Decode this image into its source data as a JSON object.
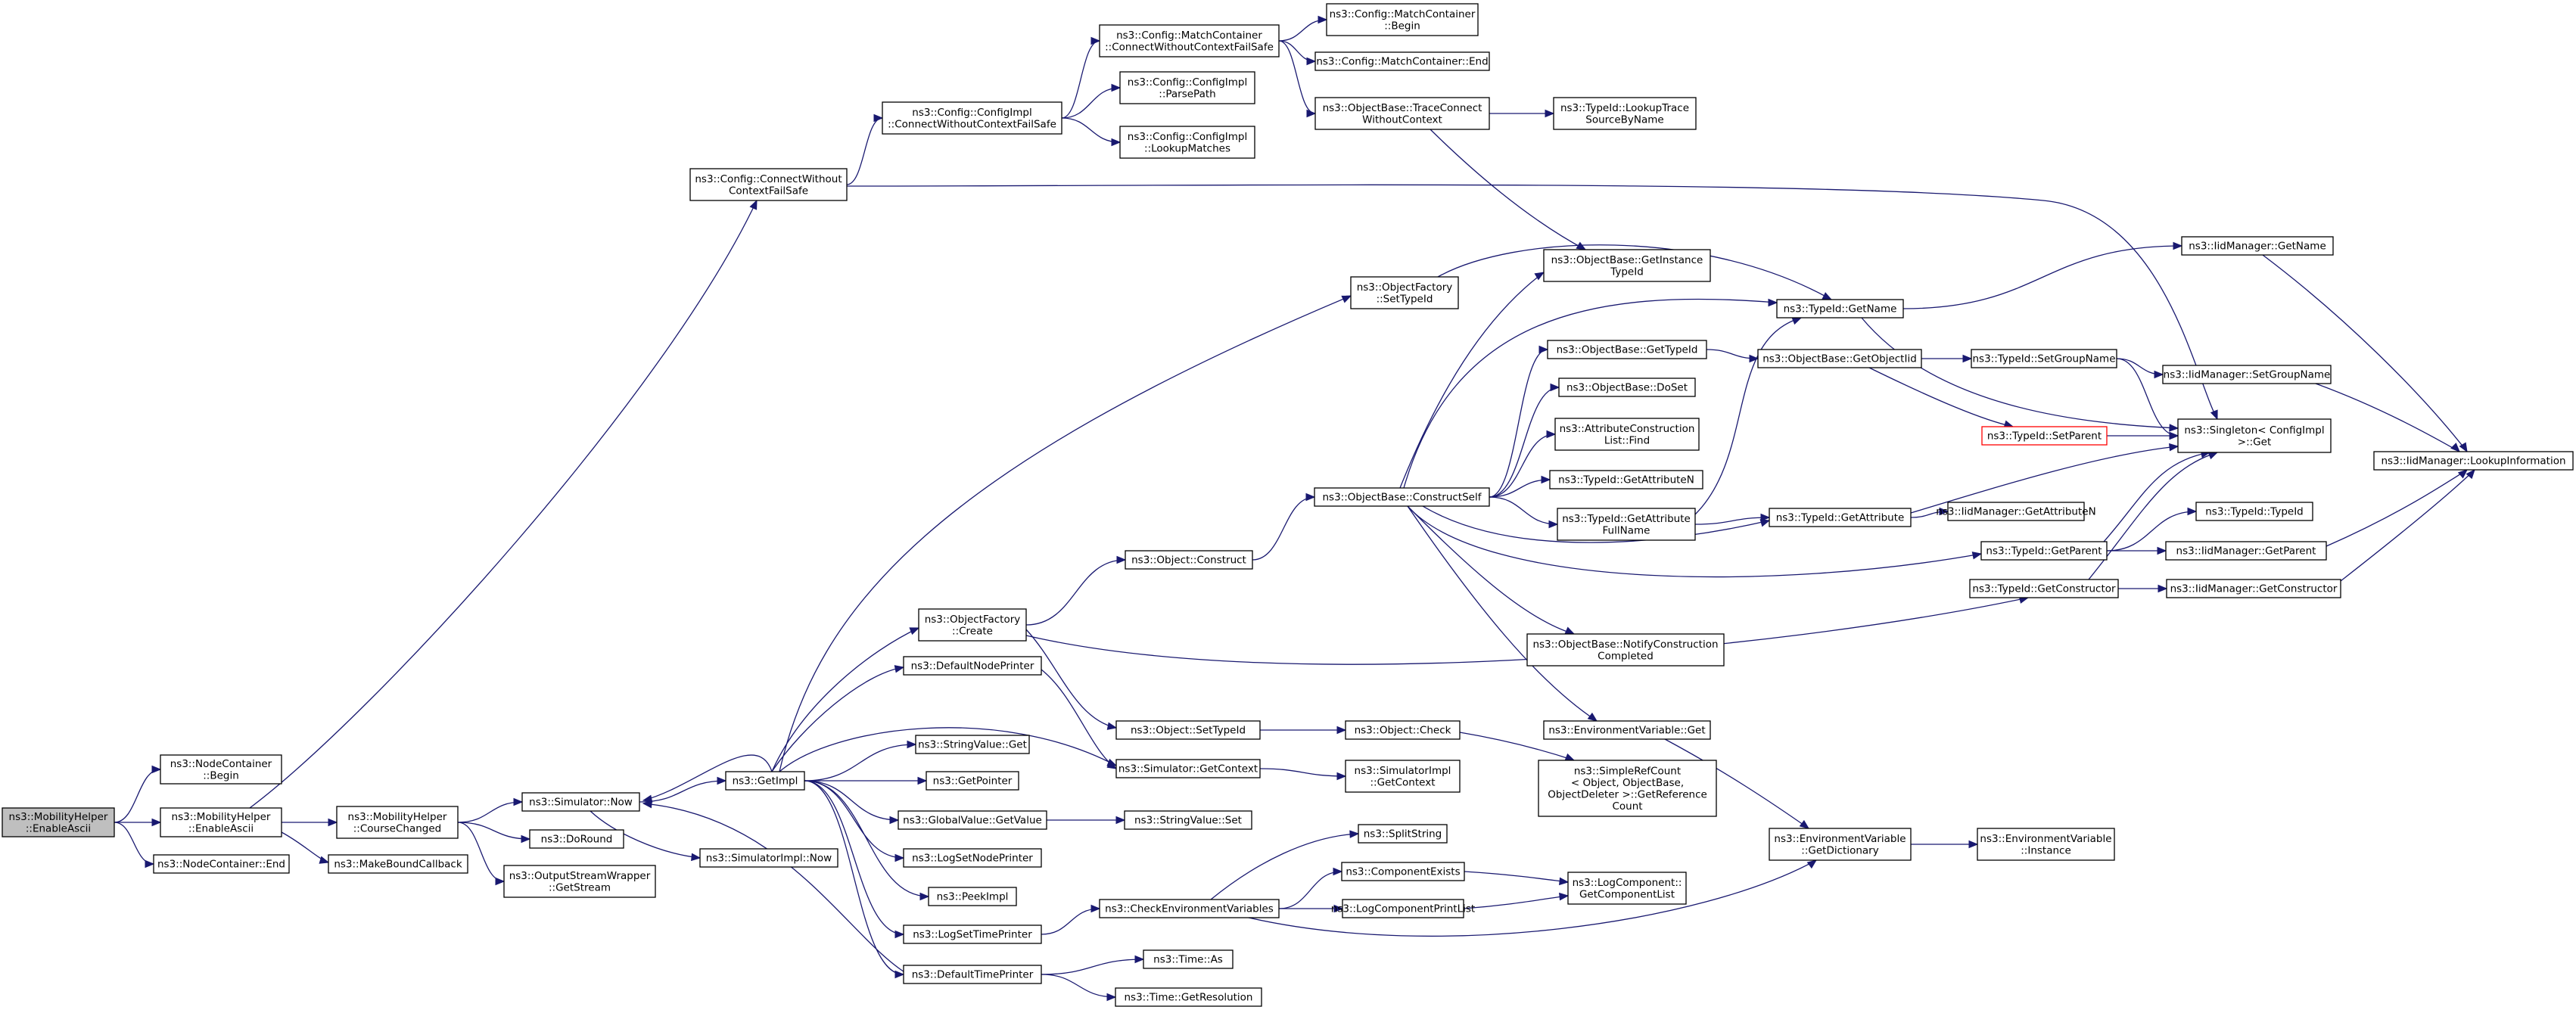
{
  "colors": {
    "edge": "#191970",
    "root_fill": "#bfbfbf",
    "highlight_border": "#ff0000"
  },
  "nodes": [
    {
      "id": "root",
      "lines": [
        "ns3::MobilityHelper",
        "::EnableAscii"
      ],
      "style": "root"
    },
    {
      "id": "ncBegin",
      "lines": [
        "ns3::NodeContainer",
        "::Begin"
      ]
    },
    {
      "id": "mhEnable",
      "lines": [
        "ns3::MobilityHelper",
        "::EnableAscii"
      ]
    },
    {
      "id": "ncEnd",
      "lines": [
        "ns3::NodeContainer::End"
      ]
    },
    {
      "id": "cfgConnect",
      "lines": [
        "ns3::Config::ConnectWithout",
        "ContextFailSafe"
      ]
    },
    {
      "id": "mhCourse",
      "lines": [
        "ns3::MobilityHelper",
        "::CourseChanged"
      ]
    },
    {
      "id": "mkBound",
      "lines": [
        "ns3::MakeBoundCallback"
      ]
    },
    {
      "id": "simNow",
      "lines": [
        "ns3::Simulator::Now"
      ]
    },
    {
      "id": "doRound",
      "lines": [
        "ns3::DoRound"
      ]
    },
    {
      "id": "oswGet",
      "lines": [
        "ns3::OutputStreamWrapper",
        "::GetStream"
      ]
    },
    {
      "id": "simImplNow",
      "lines": [
        "ns3::SimulatorImpl::Now"
      ]
    },
    {
      "id": "getImpl",
      "lines": [
        "ns3::GetImpl"
      ]
    },
    {
      "id": "ciConnect",
      "lines": [
        "ns3::Config::ConfigImpl",
        "::ConnectWithoutContextFailSafe"
      ]
    },
    {
      "id": "ciParse",
      "lines": [
        "ns3::Config::ConfigImpl",
        "::ParsePath"
      ]
    },
    {
      "id": "ciLookup",
      "lines": [
        "ns3::Config::ConfigImpl",
        "::LookupMatches"
      ]
    },
    {
      "id": "mcConnect",
      "lines": [
        "ns3::Config::MatchContainer",
        "::ConnectWithoutContextFailSafe"
      ]
    },
    {
      "id": "mcBegin",
      "lines": [
        "ns3::Config::MatchContainer",
        "::Begin"
      ]
    },
    {
      "id": "mcEnd",
      "lines": [
        "ns3::Config::MatchContainer::End"
      ]
    },
    {
      "id": "obTrace",
      "lines": [
        "ns3::ObjectBase::TraceConnect",
        "WithoutContext"
      ]
    },
    {
      "id": "tidLookupTrace",
      "lines": [
        "ns3::TypeId::LookupTrace",
        "SourceByName"
      ]
    },
    {
      "id": "ofSetTypeId",
      "lines": [
        "ns3::ObjectFactory",
        "::SetTypeId"
      ]
    },
    {
      "id": "obGetInst",
      "lines": [
        "ns3::ObjectBase::GetInstance",
        "TypeId"
      ]
    },
    {
      "id": "tidGetName",
      "lines": [
        "ns3::TypeId::GetName"
      ]
    },
    {
      "id": "iidGetName",
      "lines": [
        "ns3::IidManager::GetName"
      ]
    },
    {
      "id": "obGetTypeId",
      "lines": [
        "ns3::ObjectBase::GetTypeId"
      ]
    },
    {
      "id": "obGetObjIid",
      "lines": [
        "ns3::ObjectBase::GetObjectIid"
      ]
    },
    {
      "id": "tidSetGroup",
      "lines": [
        "ns3::TypeId::SetGroupName"
      ]
    },
    {
      "id": "iidSetGroup",
      "lines": [
        "ns3::IidManager::SetGroupName"
      ]
    },
    {
      "id": "obDoSet",
      "lines": [
        "ns3::ObjectBase::DoSet"
      ]
    },
    {
      "id": "tidSetParent",
      "lines": [
        "ns3::TypeId::SetParent"
      ],
      "style": "red"
    },
    {
      "id": "singletonGet",
      "lines": [
        "ns3::Singleton< ConfigImpl",
        " >::Get"
      ]
    },
    {
      "id": "iidLookupInfo",
      "lines": [
        "ns3::IidManager::LookupInformation"
      ]
    },
    {
      "id": "acFind",
      "lines": [
        "ns3::AttributeConstruction",
        "List::Find"
      ]
    },
    {
      "id": "tidGetAttrN",
      "lines": [
        "ns3::TypeId::GetAttributeN"
      ]
    },
    {
      "id": "obConstructSelf",
      "lines": [
        "ns3::ObjectBase::ConstructSelf"
      ]
    },
    {
      "id": "tidGetAttrFull",
      "lines": [
        "ns3::TypeId::GetAttribute",
        "FullName"
      ]
    },
    {
      "id": "tidGetAttr",
      "lines": [
        "ns3::TypeId::GetAttribute"
      ]
    },
    {
      "id": "iidGetAttrN",
      "lines": [
        "ns3::IidManager::GetAttributeN"
      ]
    },
    {
      "id": "tidTypeId",
      "lines": [
        "ns3::TypeId::TypeId"
      ]
    },
    {
      "id": "tidGetParent",
      "lines": [
        "ns3::TypeId::GetParent"
      ]
    },
    {
      "id": "iidGetParent",
      "lines": [
        "ns3::IidManager::GetParent"
      ]
    },
    {
      "id": "objConstruct",
      "lines": [
        "ns3::Object::Construct"
      ]
    },
    {
      "id": "tidGetCtor",
      "lines": [
        "ns3::TypeId::GetConstructor"
      ]
    },
    {
      "id": "iidGetCtor",
      "lines": [
        "ns3::IidManager::GetConstructor"
      ]
    },
    {
      "id": "ofCreate",
      "lines": [
        "ns3::ObjectFactory",
        "::Create"
      ]
    },
    {
      "id": "obNotify",
      "lines": [
        "ns3::ObjectBase::NotifyConstruction",
        "Completed"
      ]
    },
    {
      "id": "defNodePrinter",
      "lines": [
        "ns3::DefaultNodePrinter"
      ]
    },
    {
      "id": "objSetTypeId",
      "lines": [
        "ns3::Object::SetTypeId"
      ]
    },
    {
      "id": "objCheck",
      "lines": [
        "ns3::Object::Check"
      ]
    },
    {
      "id": "envGet",
      "lines": [
        "ns3::EnvironmentVariable::Get"
      ]
    },
    {
      "id": "svGet",
      "lines": [
        "ns3::StringValue::Get"
      ]
    },
    {
      "id": "simGetContext",
      "lines": [
        "ns3::Simulator::GetContext"
      ]
    },
    {
      "id": "simImplGetContext",
      "lines": [
        "ns3::SimulatorImpl",
        "::GetContext"
      ]
    },
    {
      "id": "srcGetRef",
      "lines": [
        "ns3::SimpleRefCount",
        "< Object, ObjectBase,",
        " ObjectDeleter >::GetReference",
        "Count"
      ]
    },
    {
      "id": "getPointer",
      "lines": [
        "ns3::GetPointer"
      ]
    },
    {
      "id": "gvGetValue",
      "lines": [
        "ns3::GlobalValue::GetValue"
      ]
    },
    {
      "id": "svSet",
      "lines": [
        "ns3::StringValue::Set"
      ]
    },
    {
      "id": "logSetNode",
      "lines": [
        "ns3::LogSetNodePrinter"
      ]
    },
    {
      "id": "splitString",
      "lines": [
        "ns3::SplitString"
      ]
    },
    {
      "id": "envGetDict",
      "lines": [
        "ns3::EnvironmentVariable",
        "::GetDictionary"
      ]
    },
    {
      "id": "envInstance",
      "lines": [
        "ns3::EnvironmentVariable",
        "::Instance"
      ]
    },
    {
      "id": "compExists",
      "lines": [
        "ns3::ComponentExists"
      ]
    },
    {
      "id": "logCompGetList",
      "lines": [
        "ns3::LogComponent::",
        "GetComponentList"
      ]
    },
    {
      "id": "peekImpl",
      "lines": [
        "ns3::PeekImpl"
      ]
    },
    {
      "id": "checkEnv",
      "lines": [
        "ns3::CheckEnvironmentVariables"
      ]
    },
    {
      "id": "logCompPrint",
      "lines": [
        "ns3::LogComponentPrintList"
      ]
    },
    {
      "id": "logSetTime",
      "lines": [
        "ns3::LogSetTimePrinter"
      ]
    },
    {
      "id": "timeAs",
      "lines": [
        "ns3::Time::As"
      ]
    },
    {
      "id": "defTimePrinter",
      "lines": [
        "ns3::DefaultTimePrinter"
      ]
    },
    {
      "id": "timeGetRes",
      "lines": [
        "ns3::Time::GetResolution"
      ]
    }
  ],
  "edges": [
    [
      "root",
      "ncBegin"
    ],
    [
      "root",
      "mhEnable"
    ],
    [
      "root",
      "ncEnd"
    ],
    [
      "mhEnable",
      "cfgConnect"
    ],
    [
      "mhEnable",
      "mhCourse"
    ],
    [
      "mhEnable",
      "mkBound"
    ],
    [
      "mhCourse",
      "simNow"
    ],
    [
      "mhCourse",
      "doRound"
    ],
    [
      "mhCourse",
      "oswGet"
    ],
    [
      "simNow",
      "getImpl"
    ],
    [
      "simNow",
      "simImplNow"
    ],
    [
      "cfgConnect",
      "ciConnect"
    ],
    [
      "cfgConnect",
      "singletonGet"
    ],
    [
      "ciConnect",
      "mcConnect"
    ],
    [
      "ciConnect",
      "ciParse"
    ],
    [
      "ciConnect",
      "ciLookup"
    ],
    [
      "mcConnect",
      "mcBegin"
    ],
    [
      "mcConnect",
      "mcEnd"
    ],
    [
      "mcConnect",
      "obTrace"
    ],
    [
      "obTrace",
      "tidLookupTrace"
    ],
    [
      "obTrace",
      "obGetInst"
    ],
    [
      "getImpl",
      "ofSetTypeId"
    ],
    [
      "getImpl",
      "ofCreate"
    ],
    [
      "getImpl",
      "defNodePrinter"
    ],
    [
      "getImpl",
      "simGetContext"
    ],
    [
      "getImpl",
      "svGet"
    ],
    [
      "getImpl",
      "getPointer"
    ],
    [
      "getImpl",
      "gvGetValue"
    ],
    [
      "getImpl",
      "logSetNode"
    ],
    [
      "getImpl",
      "peekImpl"
    ],
    [
      "getImpl",
      "logSetTime"
    ],
    [
      "getImpl",
      "defTimePrinter"
    ],
    [
      "getImpl",
      "simNow"
    ],
    [
      "ofSetTypeId",
      "tidGetName"
    ],
    [
      "ofCreate",
      "objConstruct"
    ],
    [
      "ofCreate",
      "objSetTypeId"
    ],
    [
      "ofCreate",
      "tidGetCtor"
    ],
    [
      "objConstruct",
      "obConstructSelf"
    ],
    [
      "obConstructSelf",
      "obGetInst"
    ],
    [
      "obConstructSelf",
      "tidGetName"
    ],
    [
      "obConstructSelf",
      "obGetTypeId"
    ],
    [
      "obConstructSelf",
      "obDoSet"
    ],
    [
      "obConstructSelf",
      "acFind"
    ],
    [
      "obConstructSelf",
      "tidGetAttrN"
    ],
    [
      "obConstructSelf",
      "tidGetAttrFull"
    ],
    [
      "obConstructSelf",
      "tidGetAttr"
    ],
    [
      "obConstructSelf",
      "tidGetParent"
    ],
    [
      "obConstructSelf",
      "obNotify"
    ],
    [
      "obConstructSelf",
      "envGet"
    ],
    [
      "tidGetName",
      "iidGetName"
    ],
    [
      "tidGetName",
      "singletonGet"
    ],
    [
      "iidGetName",
      "iidLookupInfo"
    ],
    [
      "obGetTypeId",
      "obGetObjIid"
    ],
    [
      "obGetObjIid",
      "tidSetGroup"
    ],
    [
      "obGetObjIid",
      "tidSetParent"
    ],
    [
      "tidSetGroup",
      "iidSetGroup"
    ],
    [
      "tidSetGroup",
      "singletonGet"
    ],
    [
      "iidSetGroup",
      "iidLookupInfo"
    ],
    [
      "tidSetParent",
      "singletonGet"
    ],
    [
      "tidGetAttrFull",
      "tidGetAttr"
    ],
    [
      "tidGetAttrFull",
      "tidGetName"
    ],
    [
      "tidGetAttr",
      "iidGetAttrN"
    ],
    [
      "tidGetAttr",
      "singletonGet"
    ],
    [
      "tidGetParent",
      "tidTypeId"
    ],
    [
      "tidGetParent",
      "iidGetParent"
    ],
    [
      "tidGetParent",
      "singletonGet"
    ],
    [
      "iidGetParent",
      "iidLookupInfo"
    ],
    [
      "tidGetCtor",
      "iidGetCtor"
    ],
    [
      "tidGetCtor",
      "singletonGet"
    ],
    [
      "iidGetCtor",
      "iidLookupInfo"
    ],
    [
      "defNodePrinter",
      "simGetContext"
    ],
    [
      "objSetTypeId",
      "objCheck"
    ],
    [
      "objCheck",
      "srcGetRef"
    ],
    [
      "simGetContext",
      "simImplGetContext"
    ],
    [
      "gvGetValue",
      "svSet"
    ],
    [
      "envGet",
      "envGetDict"
    ],
    [
      "envGetDict",
      "envInstance"
    ],
    [
      "logSetTime",
      "checkEnv"
    ],
    [
      "checkEnv",
      "splitString"
    ],
    [
      "checkEnv",
      "compExists"
    ],
    [
      "checkEnv",
      "logCompPrint"
    ],
    [
      "checkEnv",
      "envGetDict"
    ],
    [
      "compExists",
      "logCompGetList"
    ],
    [
      "logCompPrint",
      "logCompGetList"
    ],
    [
      "defTimePrinter",
      "timeAs"
    ],
    [
      "defTimePrinter",
      "timeGetRes"
    ],
    [
      "defTimePrinter",
      "simNow"
    ]
  ]
}
